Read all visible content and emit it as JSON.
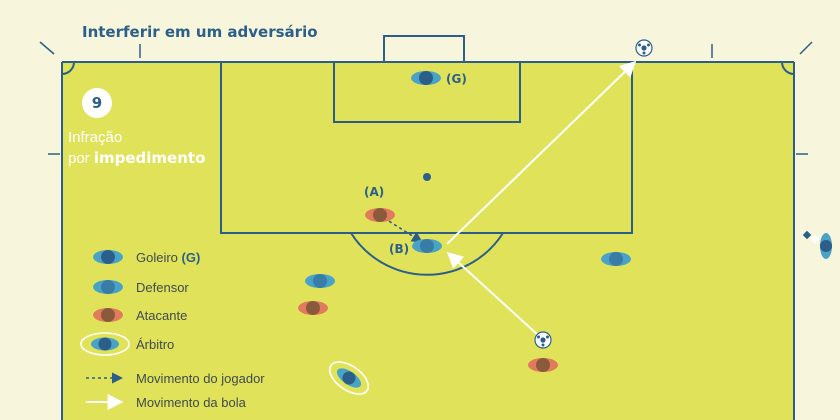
{
  "header": {
    "title": "Interferir em um adversário"
  },
  "scenario": {
    "number": "9",
    "line1": "Infração",
    "line2_prefix": "por",
    "line2_bold": "impedimento"
  },
  "labels": {
    "goalkeeper": "(G)",
    "attacker_a": "(A)",
    "defender_b": "(B)"
  },
  "legend": {
    "goalkeeper": "Goleiro",
    "goalkeeper_tag": "(G)",
    "defender": "Defensor",
    "attacker": "Atacante",
    "referee": "Árbitro",
    "player_move": "Movimento do jogador",
    "ball_move": "Movimento da bola"
  },
  "colors": {
    "pitch": "#e0e35a",
    "background": "#f7f6dc",
    "line": "#2b5f8a",
    "goalkeeper": "#2b5f8a",
    "defender": "#4aa3c7",
    "attacker": "#8a5a3c",
    "referee": "#2b5f8a",
    "arrow": "#ffffff"
  }
}
